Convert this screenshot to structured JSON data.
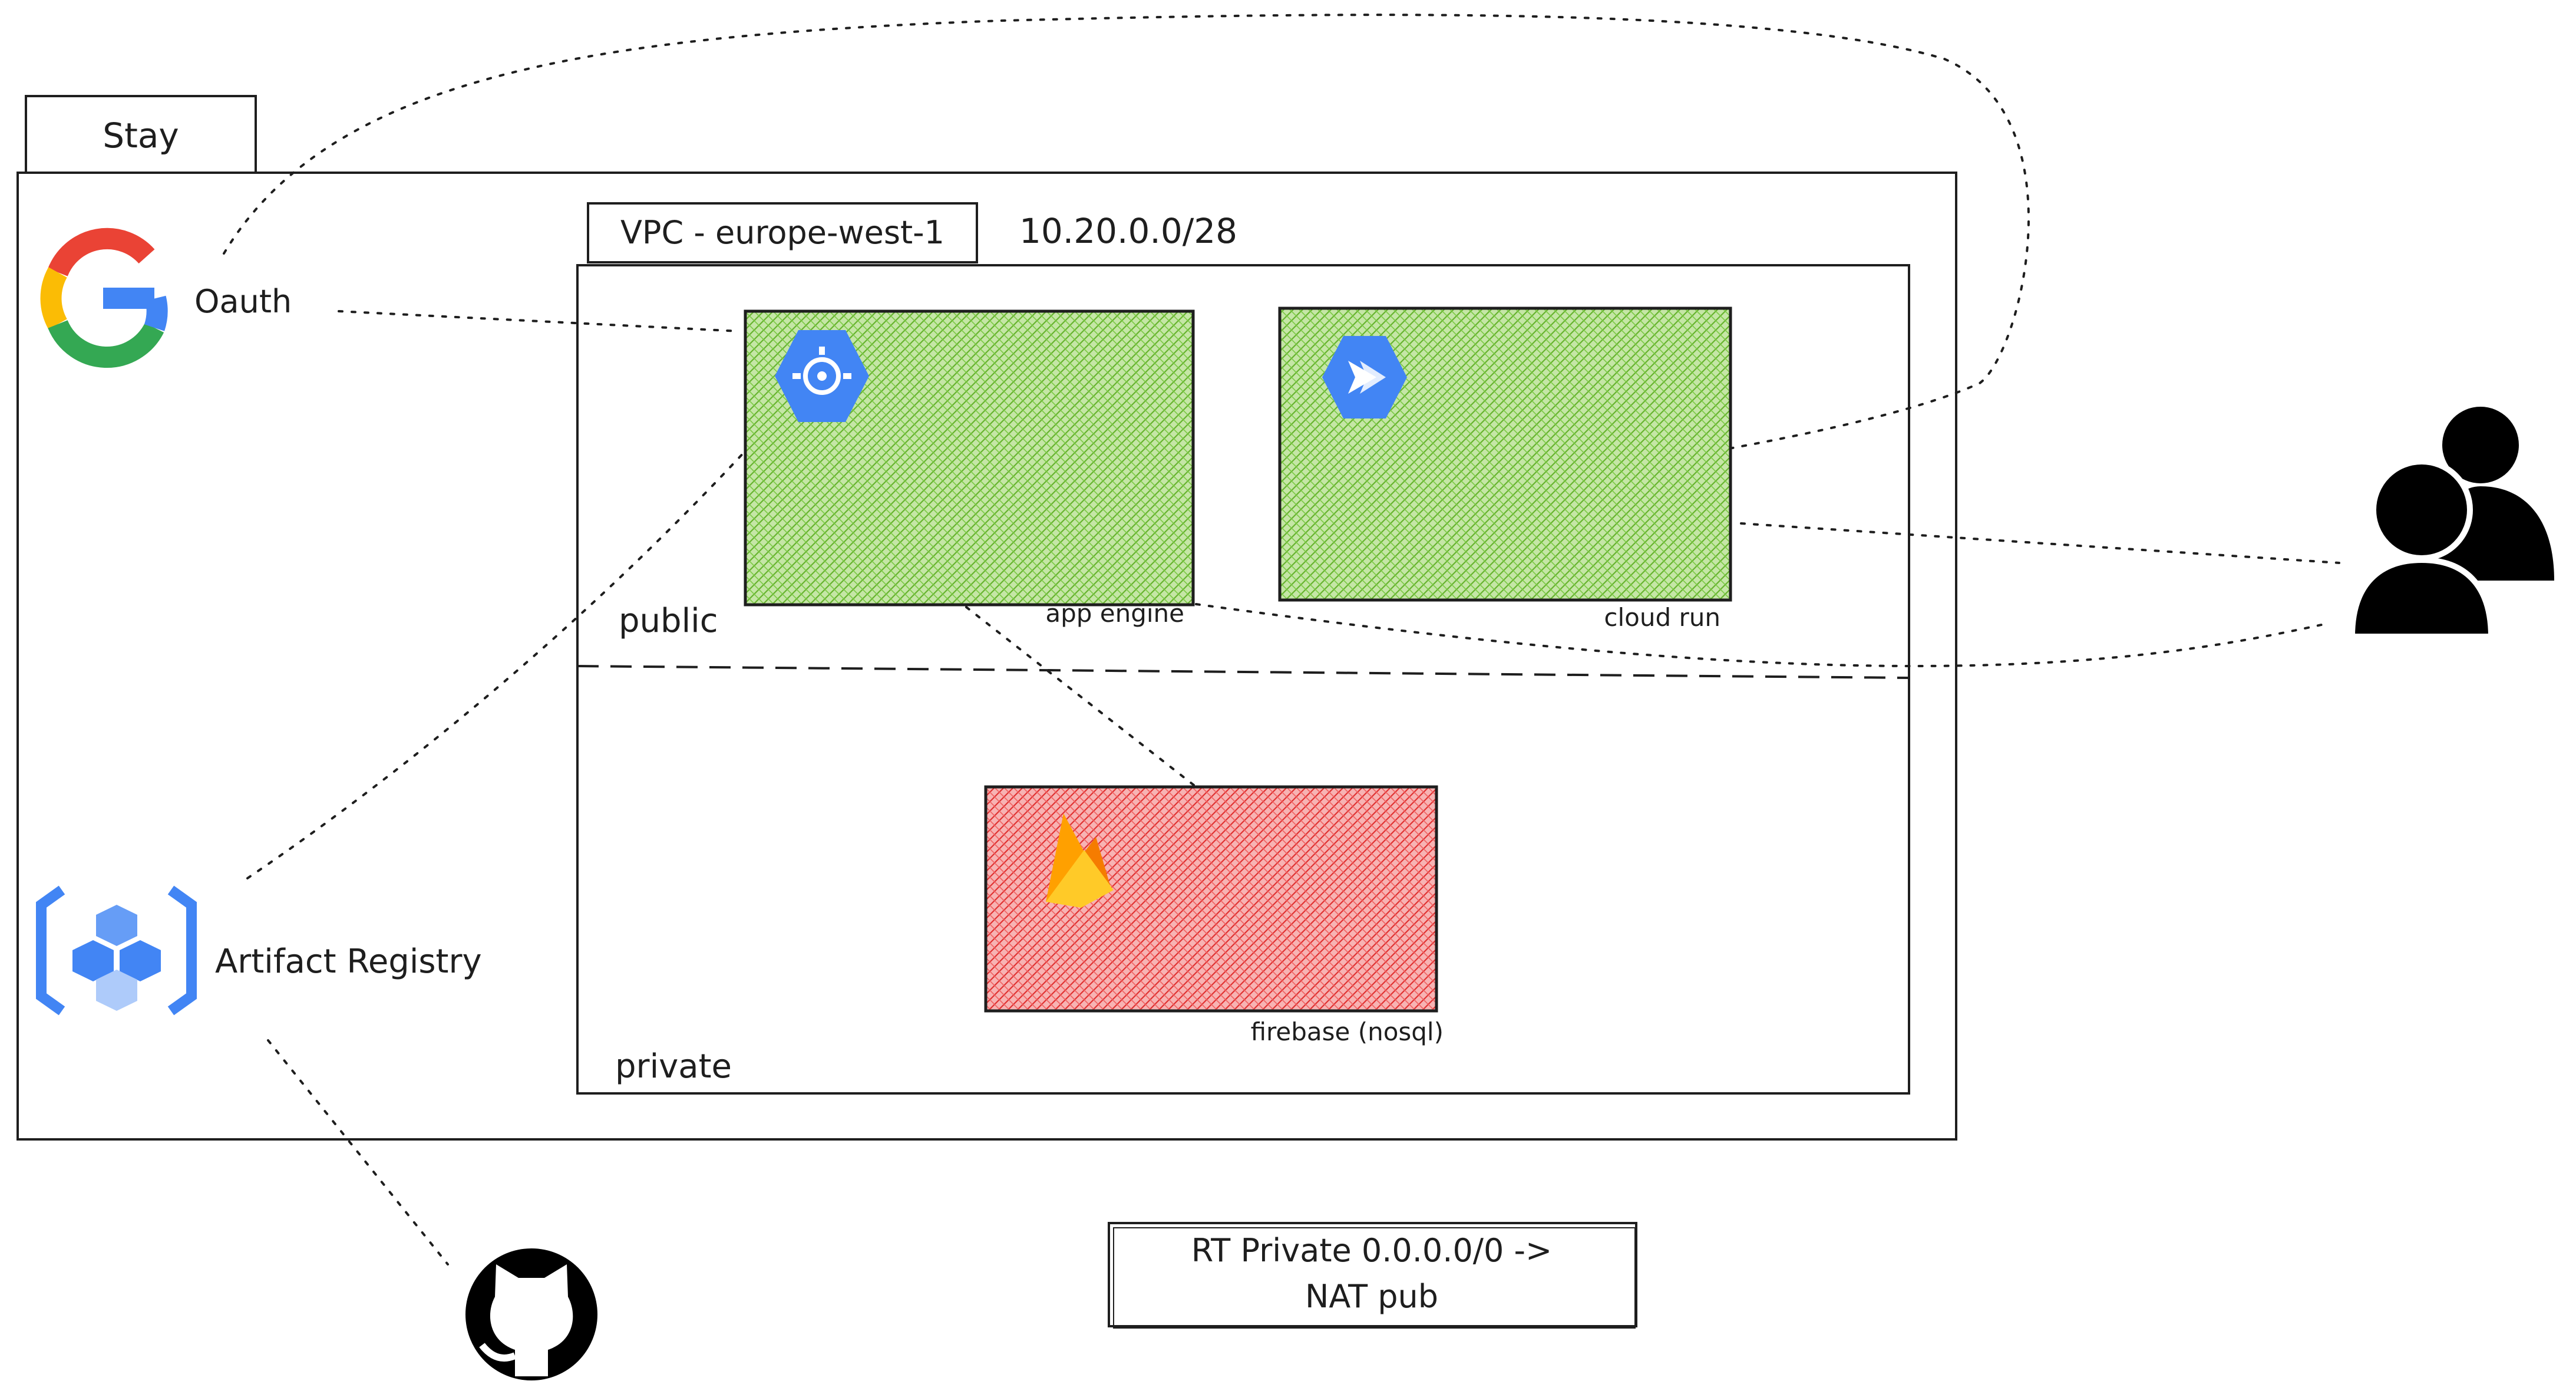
{
  "project": {
    "title": "Stay"
  },
  "vpc": {
    "label": "VPC - europe-west-1",
    "cidr": "10.20.0.0/28"
  },
  "subnets": {
    "public": "public",
    "private": "private"
  },
  "services": {
    "app_engine": {
      "label": "app engine",
      "icon": "app-engine-icon",
      "fill": "#7ac943"
    },
    "cloud_run": {
      "label": "cloud run",
      "icon": "cloud-run-icon",
      "fill": "#7ac943"
    },
    "firebase": {
      "label": "firebase (nosql)",
      "icon": "firebase-icon",
      "fill": "#ee3b3b"
    }
  },
  "external": {
    "oauth": {
      "label": "Oauth",
      "icon": "google-icon"
    },
    "artifact_registry": {
      "label": "Artifact Registry",
      "icon": "artifact-registry-icon"
    },
    "github": {
      "icon": "github-icon"
    },
    "users": {
      "icon": "users-icon"
    }
  },
  "note": {
    "line1": "RT Private 0.0.0.0/0 ->",
    "line2": "NAT pub"
  },
  "colors": {
    "green": "#7ac943",
    "red": "#ee3b3b",
    "gcp_blue": "#4285f4",
    "stroke": "#1e1e1e"
  }
}
